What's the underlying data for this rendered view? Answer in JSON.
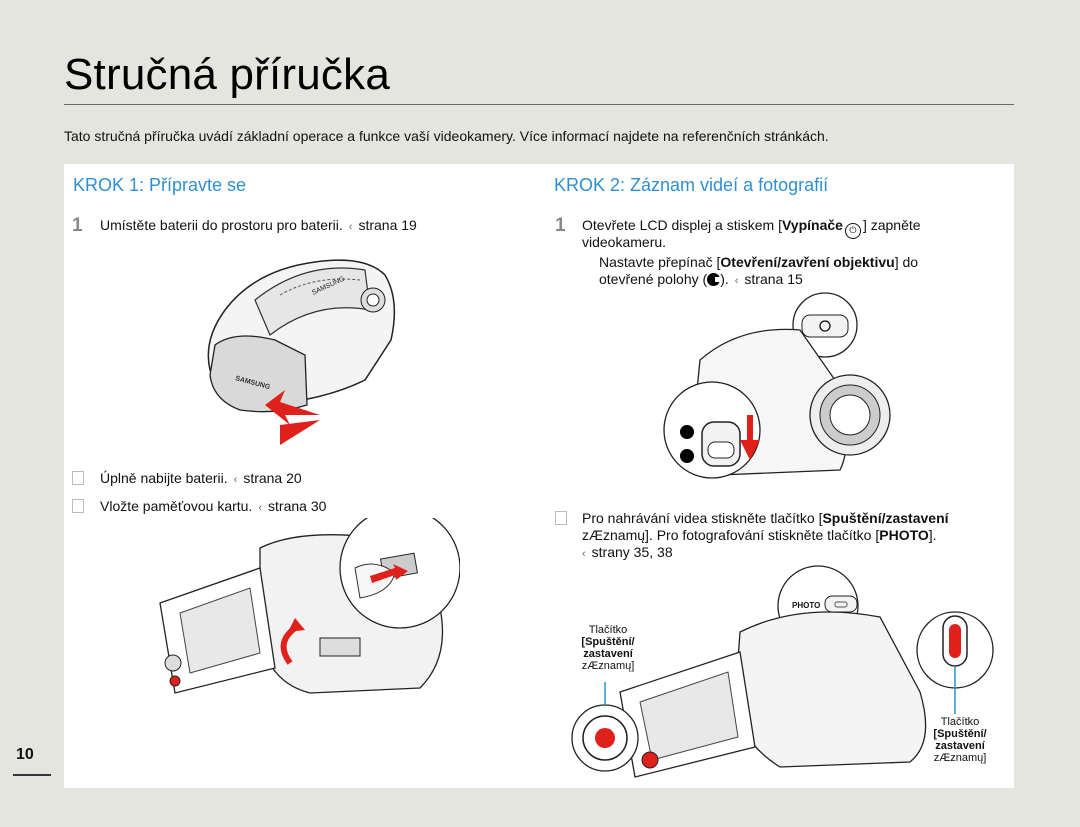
{
  "page": {
    "title": "Stručná příručka",
    "intro": "Tato stručná příručka uvádí základní operace a funkce vaší videokamery. Více informací najdete na referenčních stránkách.",
    "page_number": "10"
  },
  "step1": {
    "title": "KROK 1: Přípravte se",
    "item1_num": "1",
    "item1_text": "Umístěte baterii do prostoru pro baterii.",
    "item1_ref": "strana 19",
    "item2_text": "Úplně nabijte baterii.",
    "item2_ref": "strana 20",
    "item3_text": "Vložte paměťovou kartu.",
    "item3_ref": "strana 30",
    "arrow_glyph": "‹"
  },
  "step2": {
    "title": "KROK 2: Záznam videí a fotografií",
    "item1_num": "1",
    "item1_a": "Otevřete LCD displej a stiskem [",
    "item1_bold": "Vypínače",
    "item1_b": "] zapněte",
    "item1_line2": "videokameru.",
    "item2_a": "Nastavte přepínač [",
    "item2_bold": "Otevření/zavření objektivu",
    "item2_b": "] do",
    "item2_line2a": "otevřené polohy (",
    "item2_line2b": ").",
    "item2_ref": "strana 15",
    "item3_a": "Pro nahrávání videa stiskněte tlačítko [",
    "item3_bold": "Spuštění/zastavení",
    "item3_line2a": "zÆznamų]. Pro fotografování stiskněte tlačítko [",
    "item3_line2bold": "PHOTO",
    "item3_line2b": "].",
    "item3_ref": "strany 35, 38",
    "arrow_glyph": "‹",
    "photo_label": "PHOTO",
    "callout_left": {
      "l1": "Tlačítko",
      "l2": "[Spuštění/",
      "l3": "zastavení",
      "l4": "zÆznamų]"
    },
    "callout_right": {
      "l1": "Tlačítko",
      "l2": "[Spuštění/",
      "l3": "zastavení",
      "l4": "zÆznamų]"
    }
  },
  "camera_brand": "SAMSUNG",
  "colors": {
    "accent": "#2e8fd4",
    "record_red": "#e0201a",
    "page_bg": "#e5e5df"
  }
}
